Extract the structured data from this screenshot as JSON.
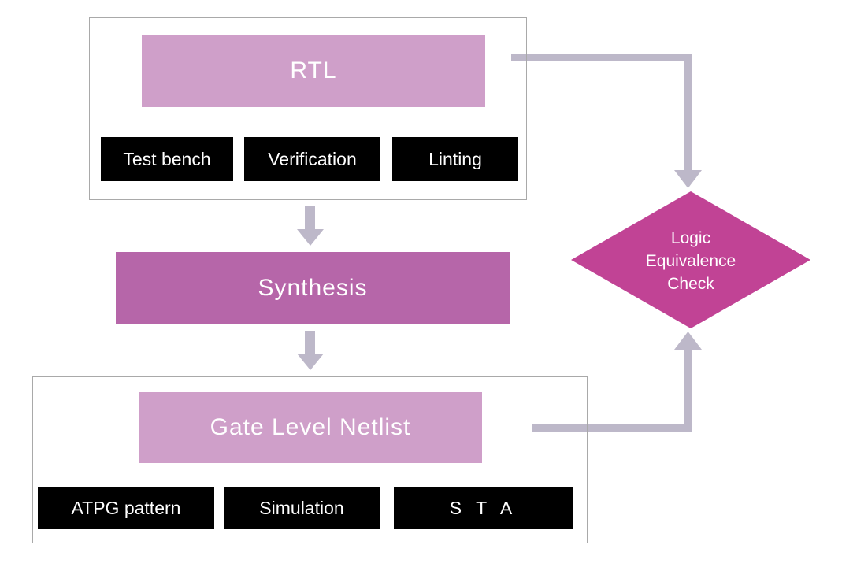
{
  "palette": {
    "plum_light": "#cf9fc9",
    "purple_mid": "#b666a9",
    "magenta": "#c14395",
    "connector": "#bdb8c9",
    "chip_bg": "#000000",
    "chip_text": "#ffffff",
    "container_border": "#a9a9a9"
  },
  "rtl_group": {
    "main_label": "RTL",
    "chips": [
      {
        "label": "Test bench"
      },
      {
        "label": "Verification"
      },
      {
        "label": "Linting"
      }
    ]
  },
  "synthesis": {
    "label": "Synthesis"
  },
  "netlist_group": {
    "main_label": "Gate Level Netlist",
    "chips": [
      {
        "label": "ATPG pattern"
      },
      {
        "label": "Simulation"
      },
      {
        "label": "S T A"
      }
    ]
  },
  "lec": {
    "lines": [
      "Logic",
      "Equivalence",
      "Check"
    ]
  }
}
